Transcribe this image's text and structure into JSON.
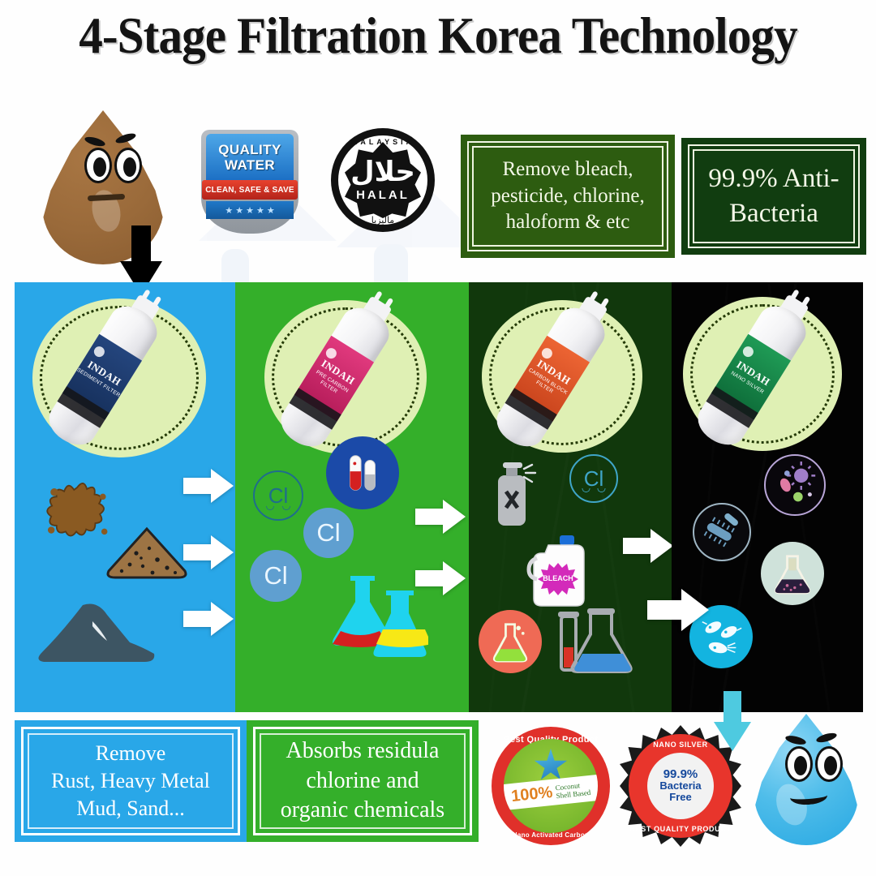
{
  "header": {
    "title": "4-Stage Filtration Korea Technology"
  },
  "badges": {
    "quality_water": {
      "line1": "QUALITY",
      "line2": "WATER",
      "ribbon": "CLEAN, SAFE & SAVE",
      "stars": "★ ★ ★ ★ ★",
      "icon": "quality-water-shield-icon"
    },
    "halal": {
      "arc_top": "MALAYSIA",
      "arabic": "حلال",
      "latin": "HALAL",
      "arc_bottom": "ماليزيا",
      "icon": "halal-certification-icon"
    }
  },
  "info_boxes": [
    {
      "id": "remove-chemicals",
      "text": "Remove bleach, pesticide, chlorine, haloform & etc",
      "bg": "#2d5c10"
    },
    {
      "id": "anti-bacteria",
      "text": "99.9% Anti-Bacteria",
      "bg": "#113d10"
    }
  ],
  "characters": {
    "dirty_drop": {
      "name": "sad-dirty-water-drop",
      "mood": "sad",
      "color": "#9a6a3a"
    },
    "clean_drop": {
      "name": "happy-clean-water-drop",
      "mood": "happy",
      "color": "#28a8e2"
    },
    "entry_arrow": {
      "name": "black-down-arrow",
      "color": "#000000"
    },
    "exit_arrow": {
      "name": "cyan-down-arrow",
      "color": "#4ecae0"
    }
  },
  "stages": [
    {
      "index": 1,
      "bg": "#29a7e8",
      "cartridge": {
        "brand": "INDAH",
        "kind": "SEDIMENT FILTER",
        "label_color": "#1d3a6b"
      },
      "contaminants": [
        {
          "name": "rust-splatter-icon",
          "label": "Rust"
        },
        {
          "name": "sand-pile-icon",
          "label": "Sand"
        },
        {
          "name": "mud-mound-icon",
          "label": "Mud"
        }
      ]
    },
    {
      "index": 2,
      "bg": "#34af2a",
      "cartridge": {
        "brand": "INDAH",
        "kind": "PRE CARBON FILTER",
        "label_color": "#d6246b"
      },
      "contaminants": [
        {
          "name": "chlorine-outline-icon",
          "label": "Cl"
        },
        {
          "name": "chlorine-circle-icon",
          "label": "Cl"
        },
        {
          "name": "chlorine-circle-icon-2",
          "label": "Cl"
        },
        {
          "name": "test-tubes-icon",
          "label": "Test tubes"
        },
        {
          "name": "chemistry-flasks-icon",
          "label": "Flasks"
        }
      ]
    },
    {
      "index": 3,
      "bg": "#11380c",
      "cartridge": {
        "brand": "INDAH",
        "kind": "CARBON BLOCK FILTER",
        "label_color": "#e0562a"
      },
      "contaminants": [
        {
          "name": "pesticide-spray-can-icon",
          "label": "Pesticide"
        },
        {
          "name": "chlorine-outline-icon",
          "label": "Cl"
        },
        {
          "name": "bleach-bottle-icon",
          "label": "BLEACH"
        },
        {
          "name": "green-flask-icon",
          "label": "Chemical"
        },
        {
          "name": "lab-flask-pair-icon",
          "label": "Lab flasks"
        }
      ]
    },
    {
      "index": 4,
      "bg": "#030303",
      "cartridge": {
        "brand": "INDAH",
        "kind": "NANO SILVER",
        "label_color": "#137a43"
      },
      "contaminants": [
        {
          "name": "virus-colony-icon",
          "label": "Viruses"
        },
        {
          "name": "bacteria-flagella-icon",
          "label": "Bacteria"
        },
        {
          "name": "contaminated-beaker-icon",
          "label": "Contaminants"
        },
        {
          "name": "microbes-icon",
          "label": "Microbes"
        }
      ]
    }
  ],
  "captions": [
    {
      "id": "caption-stage-1",
      "text": "Remove Rust, Heavy Metal Mud, Sand...",
      "lines": [
        "Remove",
        "Rust, Heavy Metal",
        "Mud, Sand..."
      ],
      "bg": "#29a7e8"
    },
    {
      "id": "caption-stage-2",
      "text": "Absorbs residula chlorine and organic chemicals",
      "lines": [
        "Absorbs residula",
        "chlorine and",
        "organic chemicals"
      ],
      "bg": "#34af2a"
    }
  ],
  "seals": {
    "coconut": {
      "arc_top": "Best Quality Product",
      "percent": "100%",
      "sub1": "Coconut",
      "sub2": "Shell Based",
      "arc_bottom": "Nano Activated Carbon",
      "icon": "coconut-shell-carbon-seal-icon"
    },
    "nano_silver": {
      "arc_top": "NANO SILVER",
      "arc_bottom": "BEST QUALITY PRODUCT",
      "line1": "99.9%",
      "line2": "Bacteria",
      "line3": "Free",
      "icon": "nano-silver-starburst-seal-icon"
    }
  }
}
